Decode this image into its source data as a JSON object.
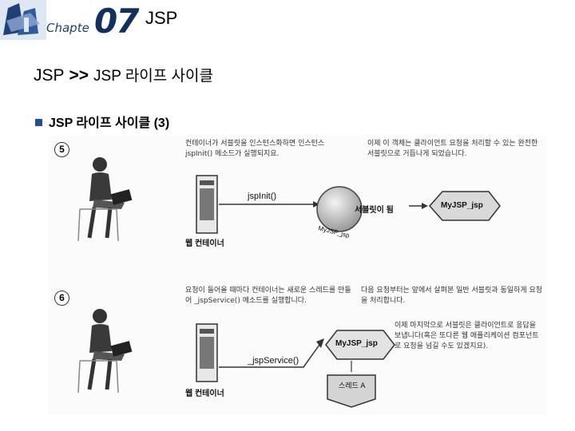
{
  "header": {
    "chapter_word": "Chapte",
    "chapter_number": "07",
    "title": "JSP"
  },
  "page_title": {
    "main": "JSP",
    "separator": ">>",
    "sub": "JSP 라이프 사이클"
  },
  "section": {
    "heading": "JSP 라이프 사이클 (3)"
  },
  "figure": {
    "step5": {
      "number": "5",
      "note_left": "컨테이너가 서블릿을 인스턴스화하면 인스턴스 jspInit() 메소드가 실행되지요.",
      "note_right": "이제 이 객체는 클라이언트 요청을 처리할 수 있는 완전한 서블릿으로 거듭나게 되었습니다.",
      "method_label": "jspInit()",
      "servlet_label": "서블릿이 됨",
      "class_label": "MyJSP_jsp",
      "orb_label": "MyJSP_jsp",
      "container_label": "웹 컨테이너"
    },
    "step6": {
      "number": "6",
      "note_left": "요청이 들어올 때마다 컨테이너는 새로운 스레드를 만들어 _jspService() 메소드를 실행합니다.",
      "note_mid": "다음 요청부터는 앞에서 살펴본 일반 서블릿과 동일하게 요청을 처리합니다.",
      "note_right": "이제 마지막으로 서블릿은 클라이언트로 응답을 보냅니다(혹은 또다른 웹 애플리케이션 컴포넌트로 요청을 넘길 수도 있겠지요).",
      "method_label": "_jspService()",
      "class_label": "MyJSP_jsp",
      "thread_label": "스레드 A",
      "container_label": "웹 컨테이너"
    }
  }
}
